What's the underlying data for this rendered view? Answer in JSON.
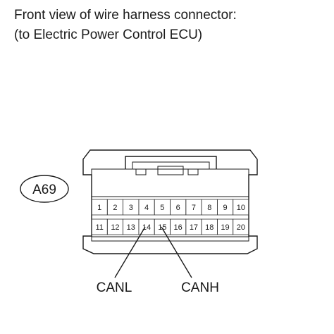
{
  "title": {
    "line1": "Front view of wire harness connector:",
    "line2": "(to Electric Power Control ECU)"
  },
  "connector": {
    "id": "A69",
    "pins_row1": [
      "1",
      "2",
      "3",
      "4",
      "5",
      "6",
      "7",
      "8",
      "9",
      "10"
    ],
    "pins_row2": [
      "11",
      "12",
      "13",
      "14",
      "15",
      "16",
      "17",
      "18",
      "19",
      "20"
    ]
  },
  "callouts": [
    {
      "label": "CANL",
      "pin": "14"
    },
    {
      "label": "CANH",
      "pin": "15"
    }
  ]
}
